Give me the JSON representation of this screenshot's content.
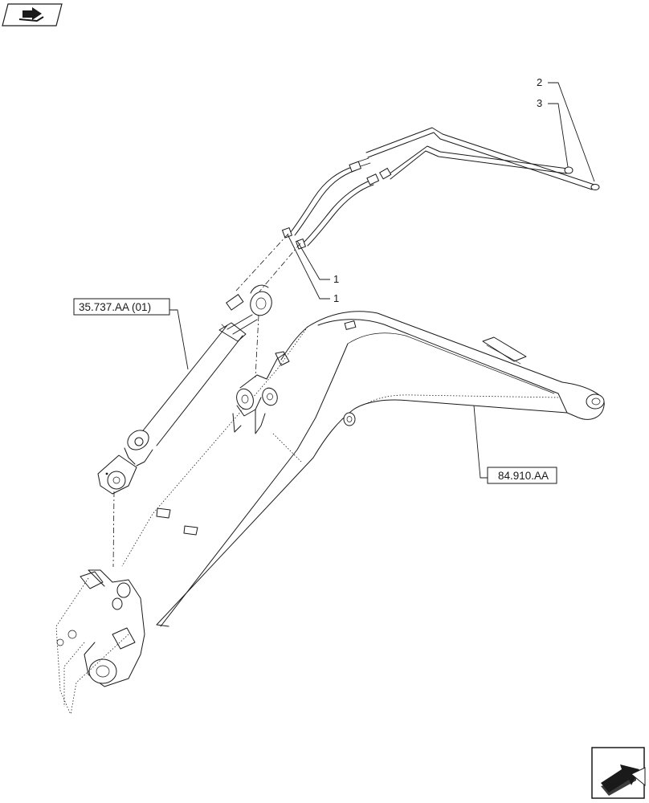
{
  "callouts": [
    {
      "id": "item-1a",
      "text": "1"
    },
    {
      "id": "item-1b",
      "text": "1"
    },
    {
      "id": "item-2",
      "text": "2"
    },
    {
      "id": "item-3",
      "text": "3"
    }
  ],
  "references": [
    {
      "id": "ref-arm-cylinder",
      "text": "35.737.AA (01)"
    },
    {
      "id": "ref-boom",
      "text": "84.910.AA"
    }
  ],
  "icons": {
    "top_left": "book-arrow-icon",
    "bottom_right": "navigate-arrow-icon"
  }
}
